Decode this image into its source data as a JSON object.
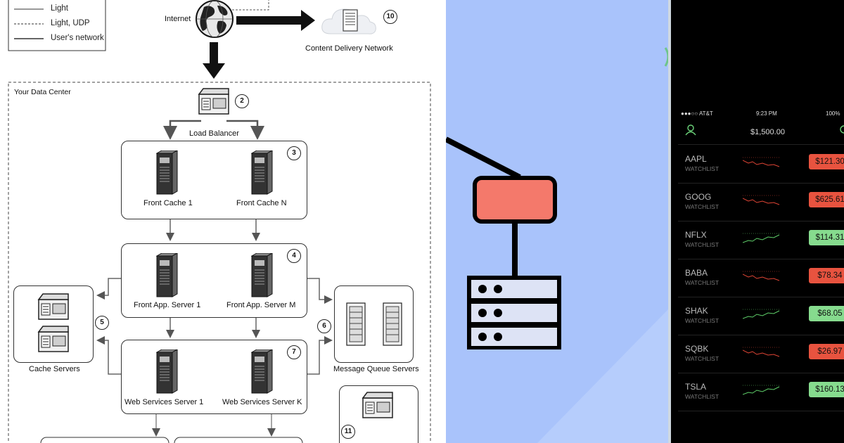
{
  "diagram": {
    "legend": {
      "light": "Light",
      "light_udp": "Light, UDP",
      "users_network": "User's network"
    },
    "internet": "Internet",
    "cdn": "Content Delivery Network",
    "data_center": "Your Data Center",
    "load_balancer": "Load Balancer",
    "front_cache_1": "Front Cache 1",
    "front_cache_n": "Front Cache N",
    "front_app_1": "Front App. Server 1",
    "front_app_m": "Front App. Server M",
    "ws_1": "Web Services Server 1",
    "ws_k": "Web Services Server K",
    "cache_servers": "Cache Servers",
    "mq_servers": "Message Queue Servers",
    "markers": {
      "n2": "2",
      "n3": "3",
      "n4": "4",
      "n5": "5",
      "n6": "6",
      "n7": "7",
      "n10": "10",
      "n11": "11"
    }
  },
  "illustration": {
    "colors": {
      "background": "#a9c3fb",
      "router": "#f4796b",
      "server": "#dde3f5",
      "stroke": "#000000"
    }
  },
  "phone": {
    "status": {
      "carrier": "●●●○○ AT&T",
      "time": "9:23 PM",
      "battery": "100%"
    },
    "balance": "$1,500.00",
    "watchlist": [
      {
        "symbol": "AAPL",
        "label": "WATCHLIST",
        "price": "$121.30",
        "trend": "down"
      },
      {
        "symbol": "GOOG",
        "label": "WATCHLIST",
        "price": "$625.61",
        "trend": "down"
      },
      {
        "symbol": "NFLX",
        "label": "WATCHLIST",
        "price": "$114.31",
        "trend": "up"
      },
      {
        "symbol": "BABA",
        "label": "WATCHLIST",
        "price": "$78.34",
        "trend": "down"
      },
      {
        "symbol": "SHAK",
        "label": "WATCHLIST",
        "price": "$68.05",
        "trend": "up"
      },
      {
        "symbol": "SQBK",
        "label": "WATCHLIST",
        "price": "$26.97",
        "trend": "down"
      },
      {
        "symbol": "TSLA",
        "label": "WATCHLIST",
        "price": "$160.13",
        "trend": "up"
      }
    ],
    "colors": {
      "down": "#e8533f",
      "up": "#86db8e",
      "spark_down": "#e04535",
      "spark_up": "#5fd06a"
    }
  }
}
